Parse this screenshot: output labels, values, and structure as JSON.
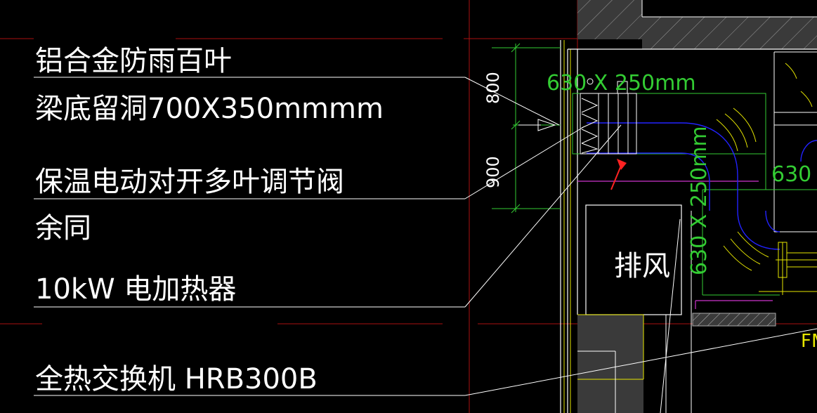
{
  "annotations": {
    "louver": "铝合金防雨百叶",
    "beam_opening": "梁底留洞700X350mmmm",
    "damper": "保温电动对开多叶调节阀",
    "same_rest": "余同",
    "heater": "10kW 电加热器",
    "hrv": "全热交换机 HRB300B"
  },
  "dimensions": {
    "top": "800",
    "bottom": "900"
  },
  "duct_sizes": {
    "horizontal": "630 X 250mm",
    "vertical": "630 X 250mm",
    "right_partial": "630"
  },
  "room_label": "排风",
  "edge_label": "FM",
  "colors": {
    "background": "#000000",
    "text": "#ffffff",
    "dimension": "#33cc33",
    "duct": "#2222ff",
    "wall": "#ffffff",
    "magenta": "#cc33cc",
    "yellow": "#e6e600",
    "red_arrow": "#ff2222",
    "red_axis": "#aa1111",
    "hatch_fill": "#404040"
  }
}
